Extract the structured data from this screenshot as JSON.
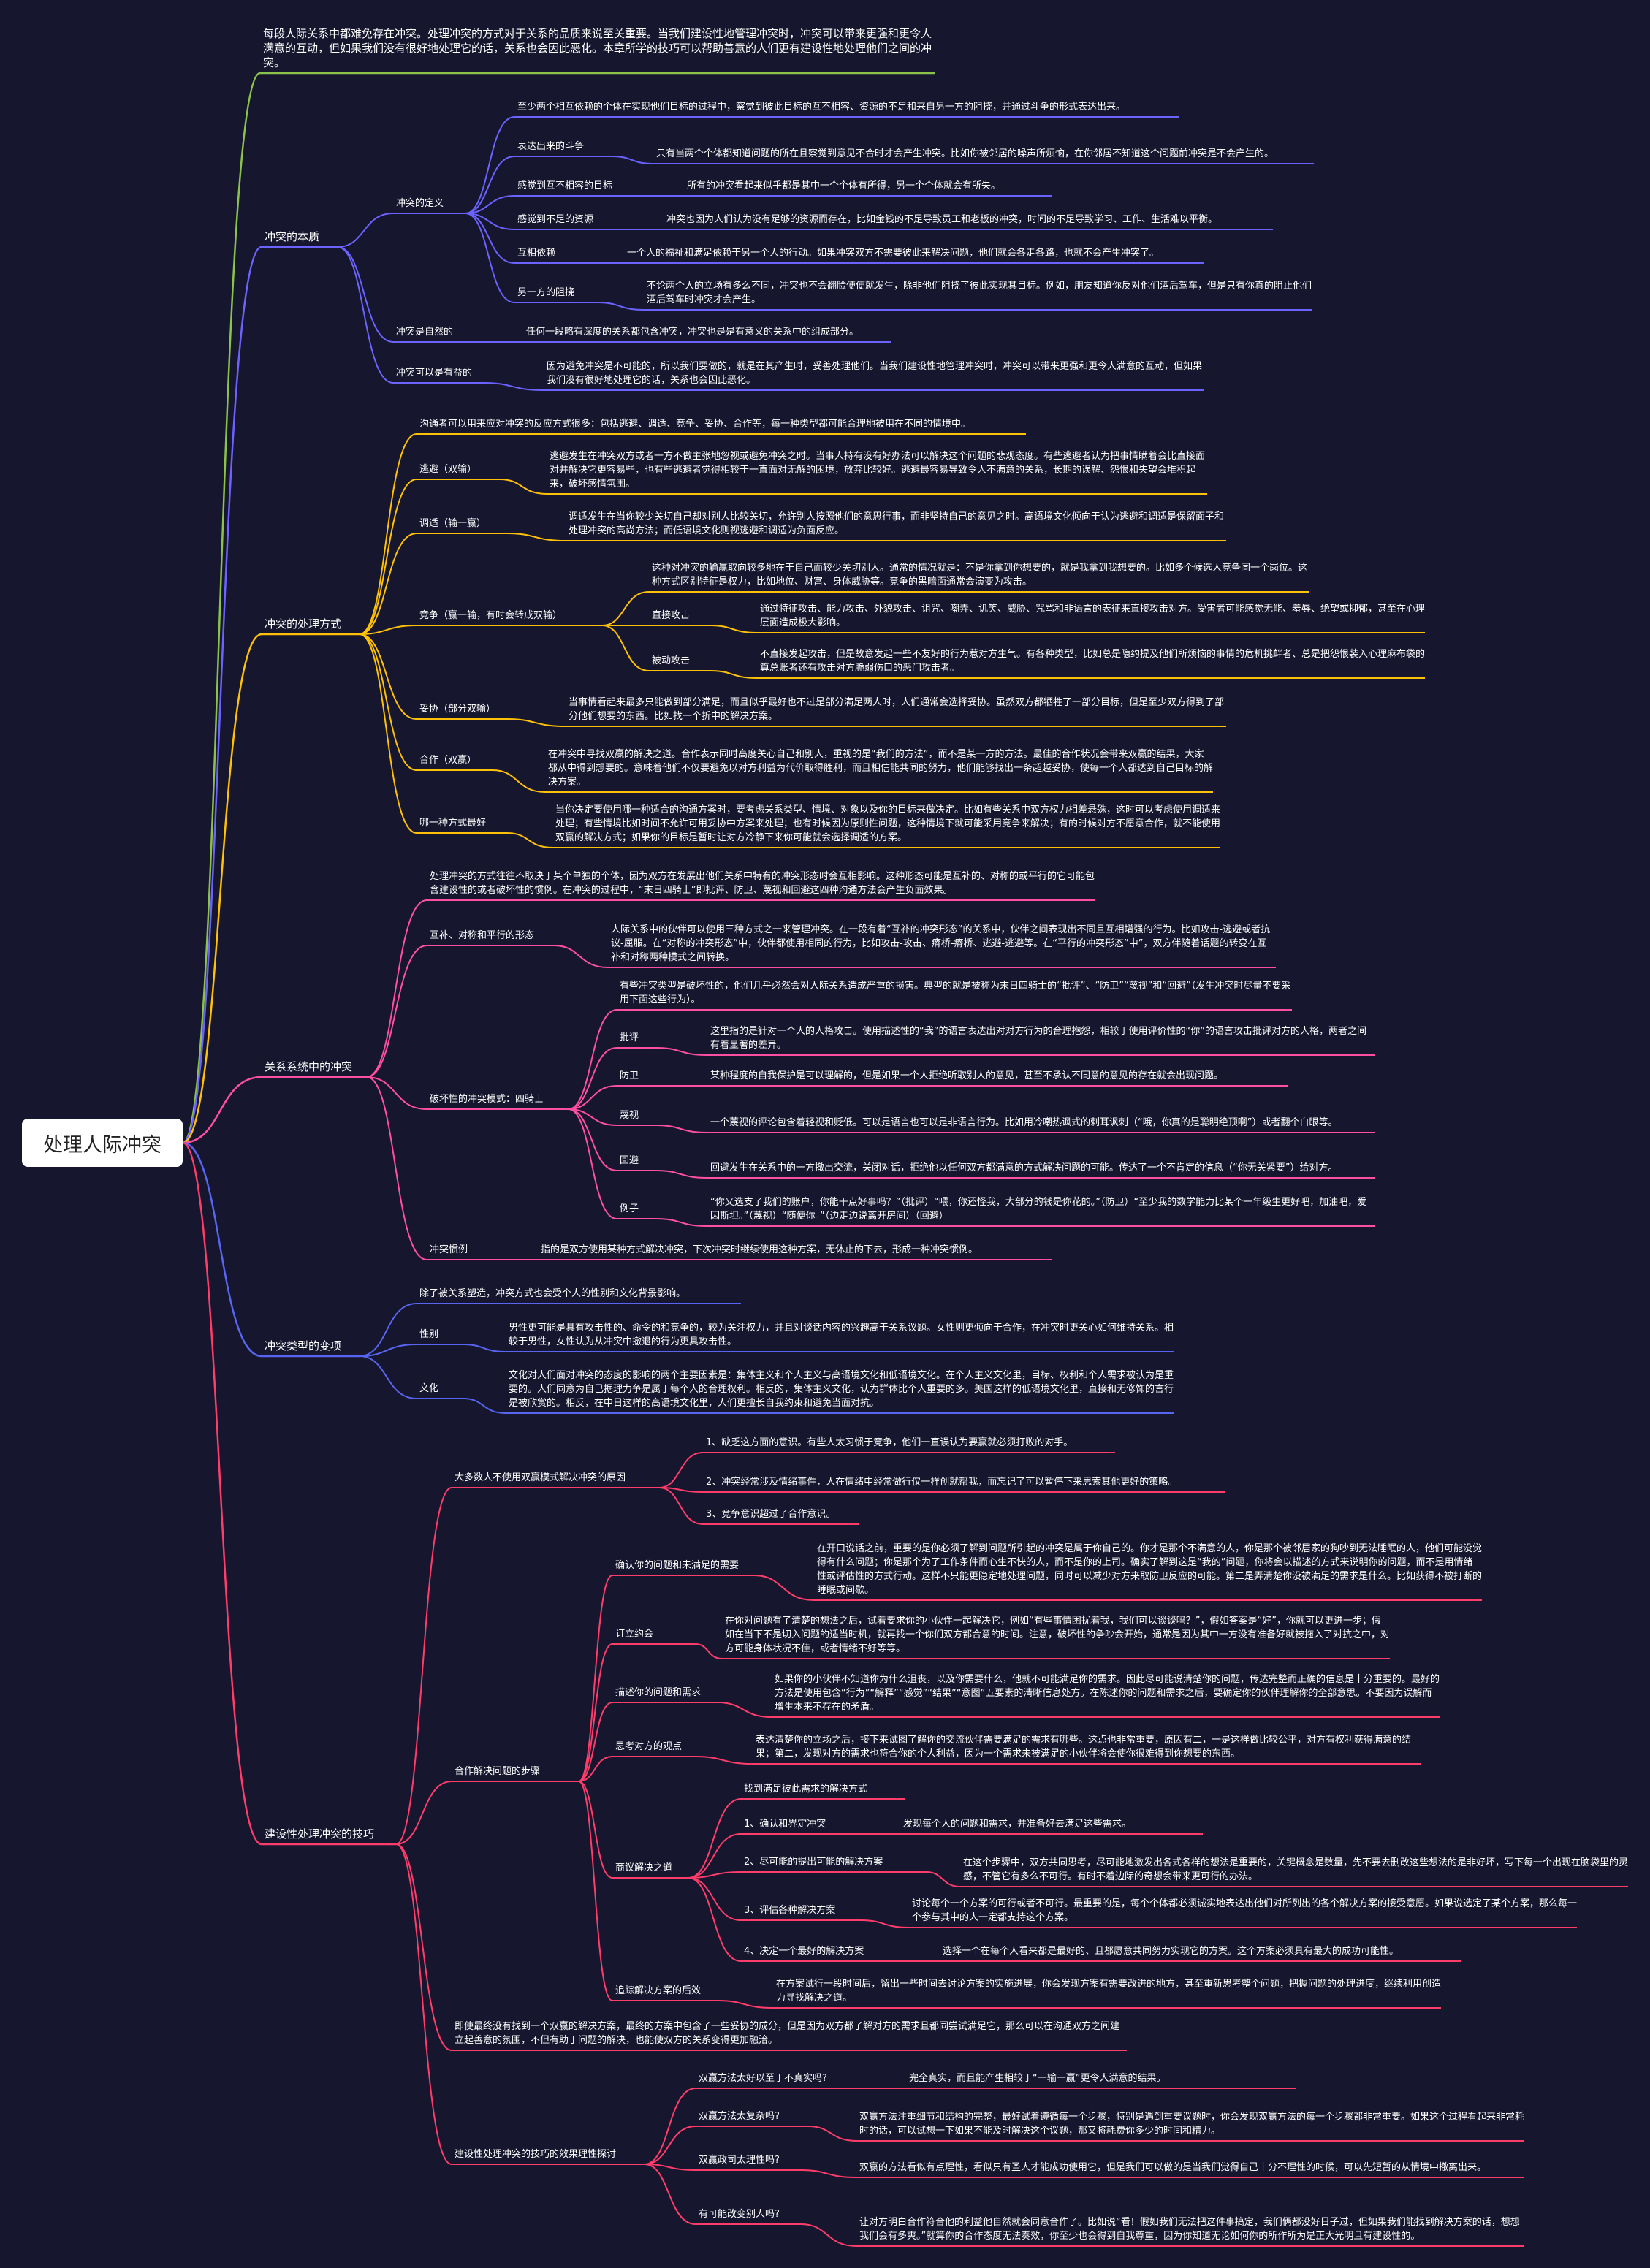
{
  "root": "处理人际冲突",
  "colors": {
    "background": "#16162e",
    "root_node": "#ffffff",
    "intro": "#8bc34a",
    "nature": "#6c63ff",
    "handling": "#ffc107",
    "relational": "#ff4fa3",
    "types": "#5865f2",
    "constructive": "#ff3d6b"
  },
  "nodes": {
    "intro": "每段人际关系中都难免存在冲突。处理冲突的方式对于关系的品质来说至关重要。当我们建设性地管理冲突时，冲突可以带来更强和更令人满意的互动，但如果我们没有很好地处理它的话，关系也会因此恶化。本章所学的技巧可以帮助善意的人们更有建设性地处理他们之间的冲突。",
    "a": "冲突的本质",
    "a1": "冲突的定义",
    "a1_0": "至少两个相互依赖的个体在实现他们目标的过程中，察觉到彼此目标的互不相容、资源的不足和来自另一方的阻挠，并通过斗争的形式表达出来。",
    "a1_1": "表达出来的斗争",
    "a1_1d": "只有当两个个体都知道问题的所在且察觉到意见不合时才会产生冲突。比如你被邻居的噪声所烦恼，在你邻居不知道这个问题前冲突是不会产生的。",
    "a1_2": "感觉到互不相容的目标",
    "a1_2d": "所有的冲突看起来似乎都是其中一个个体有所得，另一个个体就会有所失。",
    "a1_3": "感觉到不足的资源",
    "a1_3d": "冲突也因为人们认为没有足够的资源而存在，比如金钱的不足导致员工和老板的冲突，时间的不足导致学习、工作、生活难以平衡。",
    "a1_4": "互相依赖",
    "a1_4d": "一个人的福祉和满足依赖于另一个人的行动。如果冲突双方不需要彼此来解决问题，他们就会各走各路，也就不会产生冲突了。",
    "a1_5": "另一方的阻挠",
    "a1_5d": "不论两个人的立场有多么不同，冲突也不会翻脸便便就发生，除非他们阻挠了彼此实现其目标。例如，朋友知道你反对他们酒后驾车，但是只有你真的阻止他们酒后驾车时冲突才会产生。",
    "a2": "冲突是自然的",
    "a2d": "任何一段略有深度的关系都包含冲突，冲突也是是有意义的关系中的组成部分。",
    "a3": "冲突可以是有益的",
    "a3d": "因为避免冲突是不可能的，所以我们要做的，就是在其产生时，妥善处理他们。当我们建设性地管理冲突时，冲突可以带来更强和更令人满意的互动，但如果我们没有很好地处理它的话，关系也会因此恶化。",
    "b": "冲突的处理方式",
    "b0": "沟通者可以用来应对冲突的反应方式很多：包括逃避、调适、竞争、妥协、合作等，每一种类型都可能合理地被用在不同的情境中。",
    "b1": "逃避（双输）",
    "b1d": "逃避发生在冲突双方或者一方不做主张地忽视或避免冲突之时。当事人持有没有好办法可以解决这个问题的悲观态度。有些逃避者认为把事情瞒着会比直接面对并解决它更容易些，也有些逃避者觉得相较于一直面对无解的困境，放弃比较好。逃避最容易导致令人不满意的关系，长期的误解、怨恨和失望会堆积起来，破坏感情氛围。",
    "b2": "调适（输一赢）",
    "b2d": "调适发生在当你较少关切自己却对别人比较关切，允许别人按照他们的意思行事，而非坚持自己的意见之时。高语境文化倾向于认为逃避和调适是保留面子和处理冲突的高尚方法；而低语境文化则视逃避和调适为负面反应。",
    "b3": "竞争（赢一输，有时会转成双输）",
    "b3d": "这种对冲突的输赢取向较多地在于自己而较少关切别人。通常的情况就是：不是你拿到你想要的，就是我拿到我想要的。比如多个候选人竞争同一个岗位。这种方式区别特征是权力，比如地位、财富、身体威胁等。竞争的黑暗面通常会演变为攻击。",
    "b3a": "直接攻击",
    "b3ad": "通过特征攻击、能力攻击、外貌攻击、诅咒、嘲弄、讥笑、威胁、咒骂和非语言的表征来直接攻击对方。受害者可能感觉无能、羞辱、绝望或抑郁，甚至在心理层面造成极大影响。",
    "b3b": "被动攻击",
    "b3bd": "不直接发起攻击，但是故意发起一些不友好的行为惹对方生气。有各种类型，比如总是隐约提及他们所烦恼的事情的危机挑衅者、总是把怨恨装入心理麻布袋的算总账者还有攻击对方脆弱伤口的恶门攻击者。",
    "b4": "妥协（部分双输）",
    "b4d": "当事情看起来最多只能做到部分满足，而且似乎最好也不过是部分满足两人时，人们通常会选择妥协。虽然双方都牺牲了一部分目标，但是至少双方得到了部分他们想要的东西。比如找一个折中的解决方案。",
    "b5": "合作（双赢）",
    "b5d": "在冲突中寻找双赢的解决之道。合作表示同时高度关心自己和别人，重视的是“我们的方法”，而不是某一方的方法。最佳的合作状况会带来双赢的结果，大家都从中得到想要的。意味着他们不仅要避免以对方利益为代价取得胜利，而且相信能共同的努力，他们能够找出一条超越妥协，使每一个人都达到自己目标的解决方案。",
    "b6": "哪一种方式最好",
    "b6d": "当你决定要使用哪一种适合的沟通方案时，要考虑关系类型、情境、对象以及你的目标来做决定。比如有些关系中双方权力相差悬殊，这时可以考虑使用调适来处理；有些情境比如时间不允许可用妥协中方案来处理；也有时候因为原则性问题，这种情境下就可能采用竞争来解决；有的时候对方不愿意合作，就不能使用双赢的解决方式；如果你的目标是暂时让对方冷静下来你可能就会选择调适的方案。",
    "c": "关系系统中的冲突",
    "c0": "处理冲突的方式往往不取决于某个单独的个体，因为双方在发展出他们关系中特有的冲突形态时会互相影响。这种形态可能是互补的、对称的或平行的它可能包含建设性的或者破坏性的惯例。在冲突的过程中，“末日四骑士”即批评、防卫、蔑视和回避这四种沟通方法会产生负面效果。",
    "c1": "互补、对称和平行的形态",
    "c1d": "人际关系中的伙伴可以使用三种方式之一来管理冲突。在一段有着“互补的冲突形态”的关系中，伙伴之间表现出不同且互相增强的行为。比如攻击-逃避或者抗议-屈服。在“对称的冲突形态”中，伙伴都使用相同的行为，比如攻击-攻击、瘠桥-瘠桥、逃避-逃避等。在“平行的冲突形态”中”，双方伴随着话题的转变在互补和对称两种模式之间转换。",
    "c2": "破坏性的冲突模式：四骑士",
    "c2_0": "有些冲突类型是破坏性的，他们几乎必然会对人际关系造成严重的损害。典型的就是被称为末日四骑士的“批评”、“防卫”“蔑视”和“回避”（发生冲突时尽量不要采用下面这些行为）。",
    "c2_1": "批评",
    "c2_1d": "这里指的是针对一个人的人格攻击。使用描述性的“我”的语言表达出对对方行为的合理抱怨，相较于使用评价性的“你”的语言攻击批评对方的人格，两者之间有着显著的差异。",
    "c2_2": "防卫",
    "c2_2d": "某种程度的自我保护是可以理解的，但是如果一个人拒绝听取别人的意见，甚至不承认不同意的意见的存在就会出现问题。",
    "c2_3": "蔑视",
    "c2_3d": "一个蔑视的评论包含着轻视和贬低。可以是语言也可以是非语言行为。比如用冷嘲热讽式的刺耳讽刺（“哦，你真的是聪明绝顶啊”）或者翻个白眼等。",
    "c2_4": "回避",
    "c2_4d": "回避发生在关系中的一方撤出交流，关闭对话，拒绝他以任何双方都满意的方式解决问题的可能。传达了一个不肯定的信息（“你无关紧要”）给对方。",
    "c2_5": "例子",
    "c2_5d": "“你又选支了我们的账户，你能干点好事吗？”（批评）“喂，你还怪我，大部分的钱是你花的。”（防卫）“至少我的数学能力比某个一年级生更好吧，加油吧，爱因斯坦。”（蔑视）“随便你。”（边走边说离开房间）（回避）",
    "c3": "冲突惯例",
    "c3d": "指的是双方使用某种方式解决冲突，下次冲突时继续使用这种方案，无休止的下去，形成一种冲突惯例。",
    "d": "冲突类型的变项",
    "d0": "除了被关系塑造，冲突方式也会受个人的性别和文化背景影响。",
    "d1": "性别",
    "d1d": "男性更可能是具有攻击性的、命令的和竞争的，较为关注权力，并且对谈话内容的兴趣高于关系议题。女性则更倾向于合作，在冲突时更关心如何维持关系。相较于男性，女性认为从冲突中撤退的行为更具攻击性。",
    "d2": "文化",
    "d2d": "文化对人们面对冲突的态度的影响的两个主要因素是：集体主义和个人主义与高语境文化和低语境文化。在个人主义文化里，目标、权利和个人需求被认为是重要的。人们同意为自己据理力争是属于每个人的合理权利。相反的，集体主义文化，认为群体比个人重要的多。美国这样的低语境文化里，直接和无修饰的言行是被欣赏的。相反，在中日这样的高语境文化里，人们更擅长自我约束和避免当面对抗。",
    "e": "建设性处理冲突的技巧",
    "e1": "大多数人不使用双赢模式解决冲突的原因",
    "e1_1": "1、缺乏这方面的意识。有些人太习惯于竞争，他们一直误认为要赢就必须打败的对手。",
    "e1_2": "2、冲突经常涉及情绪事件，人在情绪中经常做行仅一样创就帮我，而忘记了可以暂停下来思索其他更好的策略。",
    "e1_3": "3、竞争意识超过了合作意识。",
    "e2": "合作解决问题的步骤",
    "e2_1": "确认你的问题和未满足的需要",
    "e2_1d": "在开口说话之前，重要的是你必须了解到问题所引起的冲突是属于你自己的。你才是那个不满意的人，你是那个被邻居家的狗吵到无法睡眠的人，他们可能没觉得有什么问题；你是那个为了工作条件而心生不快的人，而不是你的上司。确实了解到这是“我的”问题，你将会以描述的方式来说明你的问题，而不是用情绪性或评估性的方式行动。这样不只能更隐定地处理问题，同时可以减少对方来取防卫反应的可能。第二是弄清楚你没被满足的需求是什么。比如获得不被打断的睡眠或间歇。",
    "e2_2": "订立约会",
    "e2_2d": "在你对问题有了清楚的想法之后，试着要求你的小伙伴一起解决它，例如“有些事情困扰着我，我们可以谈谈吗？”，假如答案是“好”，你就可以更进一步；假如在当下不是切入问题的适当时机，就再找一个你们双方都合意的时间。注意，破坏性的争吵会开始，通常是因为其中一方没有准备好就被拖入了对抗之中，对方可能身体状况不佳，或者情绪不好等等。",
    "e2_3": "描述你的问题和需求",
    "e2_3d": "如果你的小伙伴不知道你为什么沮丧，以及你需要什么，他就不可能满足你的需求。因此尽可能说清楚你的问题，传达完整而正确的信息是十分重要的。最好的方法是使用包含“行为”“解释”“感觉”“结果”“意图”五要素的清晰信息处方。在陈述你的问题和需求之后，要确定你的伙伴理解你的全部意思。不要因为误解而增生本来不存在的矛盾。",
    "e2_4": "思考对方的观点",
    "e2_4d": "表达清楚你的立场之后，接下来试图了解你的交流伙伴需要满足的需求有哪些。这点也非常重要，原因有二，一是这样做比较公平，对方有权利获得满意的结果；第二，发现对方的需求也符合你的个人利益，因为一个需求未被满足的小伙伴将会使你很难得到你想要的东西。",
    "e2_5": "商议解决之道",
    "e2_5_0": "找到满足彼此需求的解决方式",
    "e2_5_1": "1、确认和界定冲突",
    "e2_5_1d": "发现每个人的问题和需求，并准备好去满足这些需求。",
    "e2_5_2": "2、尽可能的提出可能的解决方案",
    "e2_5_2d": "在这个步骤中，双方共同思考，尽可能地激发出各式各样的想法是重要的，关键概念是数量，先不要去删改这些想法的是非好坏，写下每一个出现在脑袋里的灵感，不管它有多么不可行。有时不着边际的奇想会带来更可行的办法。",
    "e2_5_3": "3、评估各种解决方案",
    "e2_5_3d": "讨论每个一个方案的可行或者不可行。最重要的是，每个个体都必须诚实地表达出他们对所列出的各个解决方案的接受意愿。如果说选定了某个方案，那么每一个参与其中的人一定都支持这个方案。",
    "e2_5_4": "4、决定一个最好的解决方案",
    "e2_5_4d": "选择一个在每个人看来都是最好的、且都愿意共同努力实现它的方案。这个方案必须具有最大的成功可能性。",
    "e2_6": "追踪解决方案的后效",
    "e2_6d": "在方案试行一段时间后，留出一些时间去讨论方案的实施进展，你会发现方案有需要改进的地方，甚至重新思考整个问题，把握问题的处理进度，继续利用创造力寻找解决之道。",
    "e3": "即使最终没有找到一个双赢的解决方案，最终的方案中包含了一些妥协的成分，但是因为双方都了解对方的需求且都同尝试满足它，那么可以在沟通双方之间建立起善意的氛围，不但有助于问题的解决，也能使双方的关系变得更加融洽。",
    "e4": "建设性处理冲突的技巧的效果理性探讨",
    "e4_1": "双赢方法太好以至于不真实吗?",
    "e4_1d": "完全真实，而且能产生相较于“一输一赢”更令人满意的结果。",
    "e4_2": "双赢方法太复杂吗?",
    "e4_2d": "双赢方法注重细节和结构的完整，最好试着遵循每一个步骤，特别是遇到重要议题时，你会发现双赢方法的每一个步骤都非常重要。如果这个过程看起来非常耗时的话，可以试想一下如果不能及时解决这个议题，那又将耗费你多少的时间和精力。",
    "e4_3": "双赢政司太理性吗?",
    "e4_3d": "双赢的方法看似有点理性，看似只有圣人才能成功使用它，但是我们可以做的是当我们觉得自己十分不理性的时候，可以先短暂的从情境中撤离出来。",
    "e4_4": "有可能改变别人吗?",
    "e4_4d": "让对方明白合作符合他的利益他自然就会同意合作了。比如说“看！假如我们无法把这件事搞定，我们俩都没好日子过，但如果我们能找到解决方案的话，想想我们会有多爽。”就算你的合作态度无法奏效，你至少也会得到自我尊重，因为你知道无论如何你的所作所为是正大光明且有建设性的。"
  }
}
